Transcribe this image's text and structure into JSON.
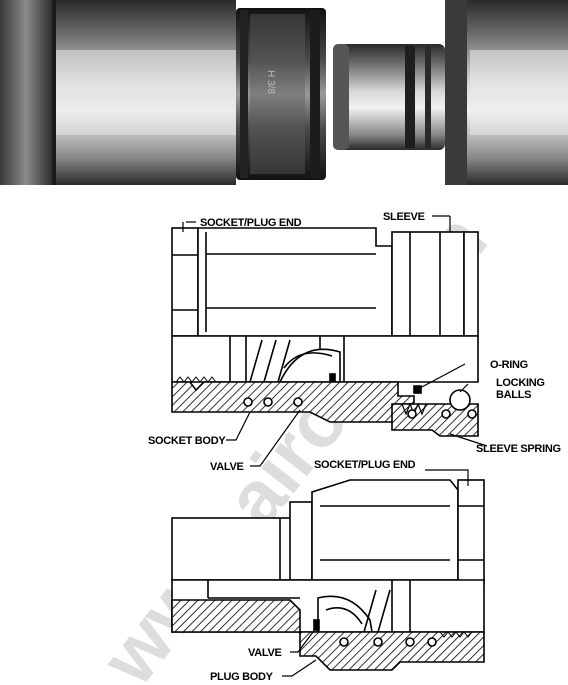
{
  "photo": {
    "socket_stamp": "H 3/8"
  },
  "socket_diagram": {
    "labels": {
      "socket_plug_end": "SOCKET/PLUG END",
      "sleeve": "SLEEVE",
      "o_ring": "O-RING",
      "locking_balls_1": "LOCKING",
      "locking_balls_2": "BALLS",
      "sleeve_spring": "SLEEVE SPRING",
      "socket_body": "SOCKET BODY",
      "valve": "VALVE"
    }
  },
  "plug_diagram": {
    "labels": {
      "socket_plug_end": "SOCKET/PLUG END",
      "valve": "VALVE",
      "plug_body": "PLUG BODY"
    }
  },
  "watermark": {
    "text": "www.airoil.com"
  }
}
